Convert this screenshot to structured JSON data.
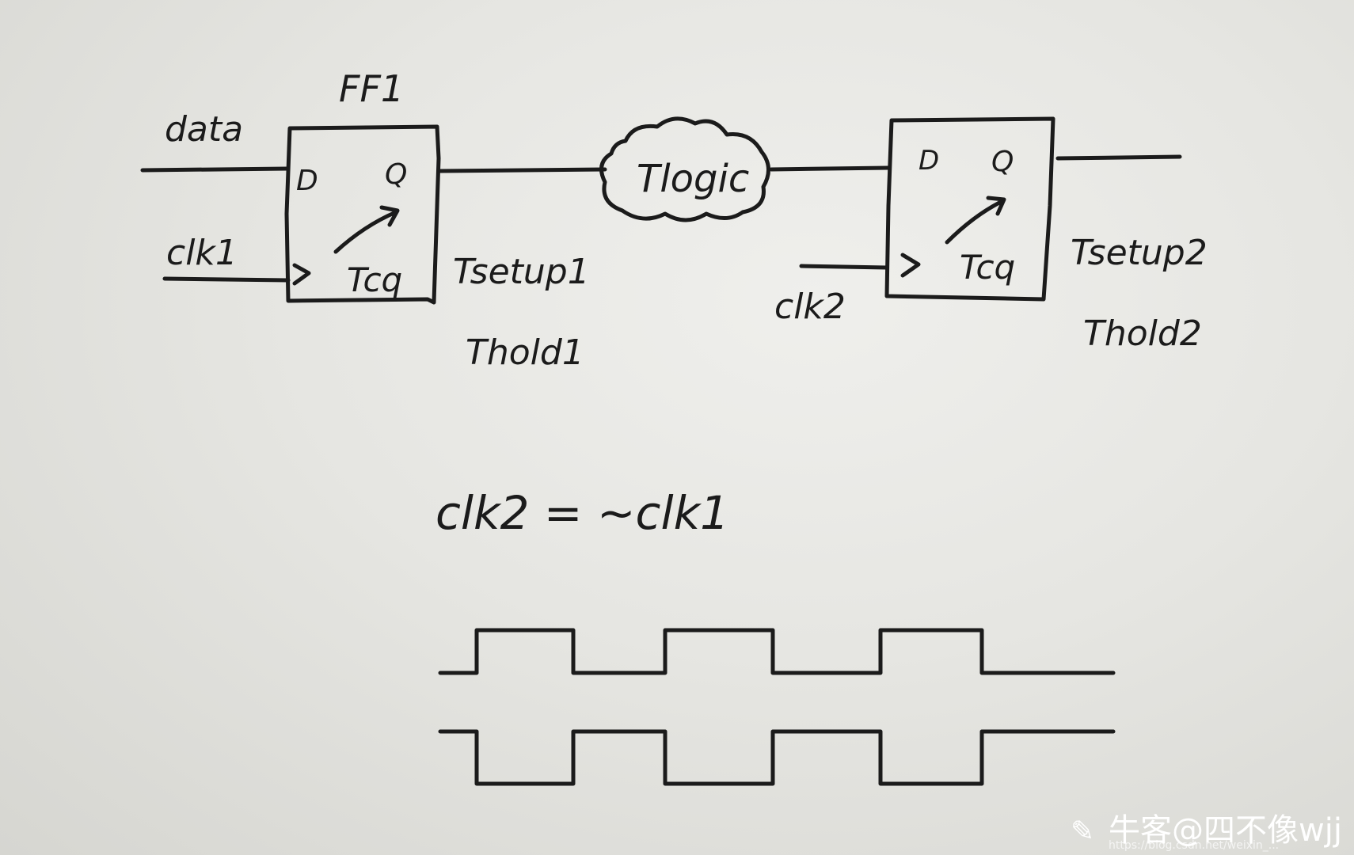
{
  "ff1": {
    "title": "FF1",
    "d_pin": "D",
    "q_pin": "Q",
    "clk_pin": ">",
    "tcq": "Tcq"
  },
  "ff2": {
    "d_pin": "D",
    "q_pin": "Q",
    "clk_pin": ">",
    "tcq": "Tcq"
  },
  "inputs": {
    "data": "data",
    "clk1": "clk1",
    "clk2": "clk2"
  },
  "logic_cloud": "Tlogic",
  "timing_ff1": {
    "setup": "Tsetup1",
    "hold": "Thold1"
  },
  "timing_ff2": {
    "setup": "Tsetup2",
    "hold": "Thold2"
  },
  "equation": "clk2 = ~clk1",
  "waveforms": {
    "clk1": [
      0,
      1,
      0,
      1,
      0,
      1,
      0
    ],
    "clk2": [
      1,
      0,
      1,
      0,
      1,
      0,
      1
    ]
  },
  "watermark": {
    "brand": "牛客@四不像wjj",
    "url": "https://blog.csdn.net/weixin_..."
  }
}
